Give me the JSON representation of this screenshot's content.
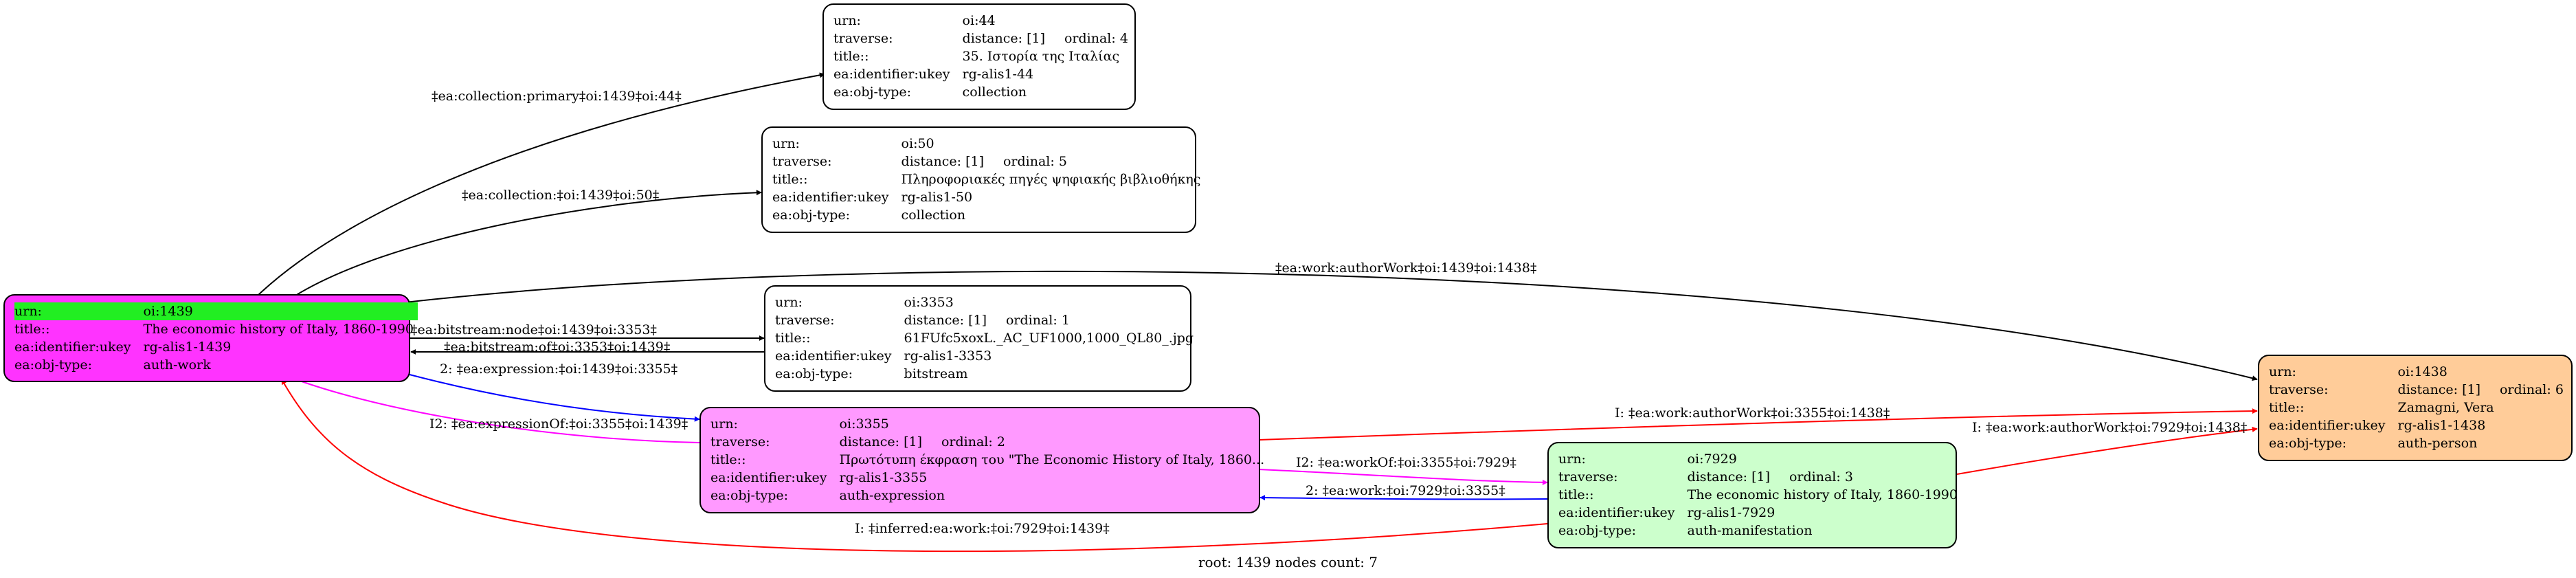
{
  "footer": "root: 1439 nodes count: 7",
  "nodes": {
    "n44": {
      "urn": "oi:44",
      "traverse": "distance: [1]",
      "ordinal": "ordinal: 4",
      "title": "35. Ιστορία της Ιταλίας",
      "ukey": "rg-alis1-44",
      "objtype": "collection",
      "fill": "#ffffff"
    },
    "n50": {
      "urn": "oi:50",
      "traverse": "distance: [1]",
      "ordinal": "ordinal: 5",
      "title": "Πληροφοριακές πηγές ψηφιακής βιβλιοθήκης",
      "ukey": "rg-alis1-50",
      "objtype": "collection",
      "fill": "#ffffff"
    },
    "n1439": {
      "urn": "oi:1439",
      "title": "The economic history of Italy, 1860-1990",
      "ukey": "rg-alis1-1439",
      "objtype": "auth-work",
      "fill": "#ff33ff",
      "highlight": "#22ee22"
    },
    "n3353": {
      "urn": "oi:3353",
      "traverse": "distance: [1]",
      "ordinal": "ordinal: 1",
      "title": "61FUfc5xoxL._AC_UF1000,1000_QL80_.jpg",
      "ukey": "rg-alis1-3353",
      "objtype": "bitstream",
      "fill": "#ffffff"
    },
    "n3355": {
      "urn": "oi:3355",
      "traverse": "distance: [1]",
      "ordinal": "ordinal: 2",
      "title": "Πρωτότυπη έκφραση του \"The Economic History of Italy, 1860...",
      "ukey": "rg-alis1-3355",
      "objtype": "auth-expression",
      "fill": "#ff99ff"
    },
    "n7929": {
      "urn": "oi:7929",
      "traverse": "distance: [1]",
      "ordinal": "ordinal: 3",
      "title": "The economic history of Italy, 1860-1990",
      "ukey": "rg-alis1-7929",
      "objtype": "auth-manifestation",
      "fill": "#ccffcc"
    },
    "n1438": {
      "urn": "oi:1438",
      "traverse": "distance: [1]",
      "ordinal": "ordinal: 6",
      "title": "Zamagni, Vera",
      "ukey": "rg-alis1-1438",
      "objtype": "auth-person",
      "fill": "#ffcc99"
    }
  },
  "field_labels": {
    "urn": "urn:",
    "traverse": "traverse:",
    "title": "title::",
    "ukey": "ea:identifier:ukey",
    "objtype": "ea:obj-type:"
  },
  "edges": {
    "e1": {
      "label": "‡ea:collection:primary‡oi:1439‡oi:44‡",
      "color": "#000000"
    },
    "e2": {
      "label": "‡ea:collection:‡oi:1439‡oi:50‡",
      "color": "#000000"
    },
    "e3": {
      "label": "‡ea:work:authorWork‡oi:1439‡oi:1438‡",
      "color": "#000000"
    },
    "e4": {
      "label": "‡ea:bitstream:node‡oi:1439‡oi:3353‡",
      "color": "#000000"
    },
    "e5": {
      "label": "‡ea:bitstream:of‡oi:3353‡oi:1439‡",
      "color": "#000000"
    },
    "e6": {
      "label": "2: ‡ea:expression:‡oi:1439‡oi:3355‡",
      "color": "#0000ff"
    },
    "e7": {
      "label": "I2: ‡ea:expressionOf:‡oi:3355‡oi:1439‡",
      "color": "#ff00ff"
    },
    "e8": {
      "label": "I: ‡ea:work:authorWork‡oi:3355‡oi:1438‡",
      "color": "#ff0000"
    },
    "e9": {
      "label": "I2: ‡ea:workOf:‡oi:3355‡oi:7929‡",
      "color": "#ff00ff"
    },
    "e10": {
      "label": "2: ‡ea:work:‡oi:7929‡oi:3355‡",
      "color": "#0000ff"
    },
    "e11": {
      "label": "I: ‡ea:work:authorWork‡oi:7929‡oi:1438‡",
      "color": "#ff0000"
    },
    "e12": {
      "label": "I: ‡inferred:ea:work:‡oi:7929‡oi:1439‡",
      "color": "#ff0000"
    }
  }
}
